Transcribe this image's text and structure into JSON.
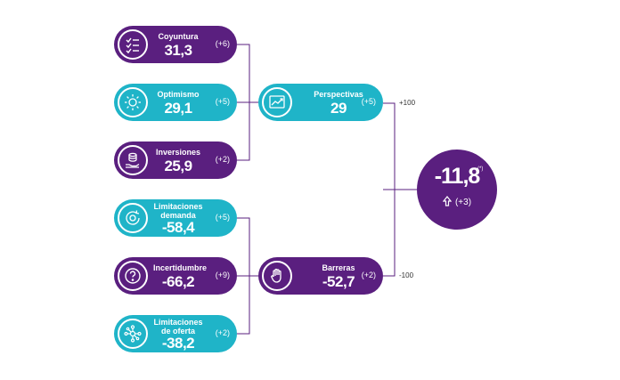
{
  "indicators": [
    {
      "title": "Coyuntura",
      "value": "31,3",
      "delta": "(+6)",
      "color": "#5a1f7f",
      "icon": "checklist-icon"
    },
    {
      "title": "Optimismo",
      "value": "29,1",
      "delta": "(+5)",
      "color": "#1fb4c8",
      "icon": "sun-icon"
    },
    {
      "title": "Inversiones",
      "value": "25,9",
      "delta": "(+2)",
      "color": "#5a1f7f",
      "icon": "coins-hand-icon"
    },
    {
      "title": "Limitaciones demanda",
      "value": "-58,4",
      "delta": "(+5)",
      "color": "#1fb4c8",
      "icon": "demand-cycle-icon"
    },
    {
      "title": "Incertidumbre",
      "value": "-66,2",
      "delta": "(+9)",
      "color": "#5a1f7f",
      "icon": "question-icon"
    },
    {
      "title": "Limitaciones de oferta",
      "value": "-38,2",
      "delta": "(+2)",
      "color": "#1fb4c8",
      "icon": "network-icon"
    }
  ],
  "groups": [
    {
      "title": "Perspectivas",
      "value": "29",
      "delta": "(+5)",
      "color": "#1fb4c8",
      "icon": "trend-up-icon"
    },
    {
      "title": "Barreras",
      "value": "-52,7",
      "delta": "(+2)",
      "color": "#5a1f7f",
      "icon": "hand-stop-icon"
    }
  ],
  "scale": {
    "top": "+100",
    "bottom": "-100"
  },
  "total": {
    "value": "-11,8",
    "note": "(*)",
    "delta": "(+3)",
    "color": "#5a1f7f",
    "icon": "arrow-up-icon"
  }
}
